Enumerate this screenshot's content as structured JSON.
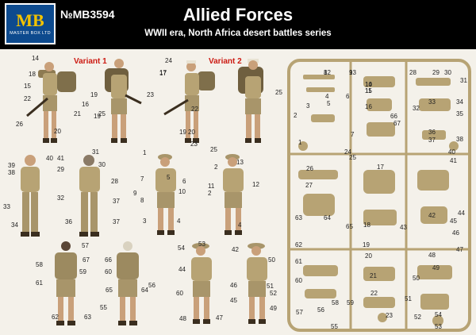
{
  "header": {
    "logo_text": "MB",
    "logo_subtext": "MASTER BOX LTD",
    "kit_code": "№MB3594",
    "title": "Allied Forces",
    "subtitle": "WWII era, North Africa desert battles series"
  },
  "variants": {
    "variant1": "Variant 1",
    "variant2": "Variant 2"
  },
  "colors": {
    "header_bg": "#000000",
    "logo_blue": "#0d4a8e",
    "logo_yellow": "#f2c200",
    "khaki": "#b7a374",
    "variant_red": "#cc1a12"
  },
  "callouts": {
    "row1": [
      "14",
      "18",
      "15",
      "22",
      "21",
      "16",
      "17",
      "26",
      "20",
      "19",
      "19",
      "23",
      "25",
      "24",
      "17",
      "22",
      "25",
      "23",
      "19",
      "20",
      "25"
    ],
    "row2": [
      "40",
      "41",
      "1",
      "39",
      "38",
      "30",
      "31",
      "29",
      "28",
      "37",
      "32",
      "33",
      "36",
      "37",
      "34",
      "7",
      "8",
      "9",
      "5",
      "6",
      "10",
      "3",
      "4",
      "2",
      "13",
      "12",
      "11",
      "2",
      "4"
    ],
    "row3": [
      "57",
      "67",
      "66",
      "59",
      "58",
      "61",
      "62",
      "63",
      "60",
      "65",
      "64",
      "56",
      "55",
      "54",
      "53",
      "44",
      "60",
      "48",
      "47",
      "46",
      "45",
      "42",
      "50",
      "51",
      "52",
      "49"
    ],
    "sprue": [
      "12",
      "13",
      "14",
      "15",
      "16",
      "28",
      "29",
      "30",
      "31",
      "33",
      "34",
      "32",
      "35",
      "36",
      "37",
      "38",
      "40",
      "41",
      "42",
      "43",
      "44",
      "45",
      "46",
      "47",
      "48",
      "49",
      "50",
      "51",
      "52",
      "53",
      "54",
      "55",
      "56",
      "57",
      "58",
      "59",
      "60",
      "61",
      "62",
      "63",
      "64",
      "65",
      "66",
      "67",
      "17",
      "18",
      "19",
      "20",
      "21",
      "22",
      "23",
      "24",
      "25",
      "26",
      "27",
      "1",
      "2",
      "3",
      "4",
      "5",
      "6",
      "7",
      "8",
      "9",
      "10",
      "11"
    ]
  }
}
